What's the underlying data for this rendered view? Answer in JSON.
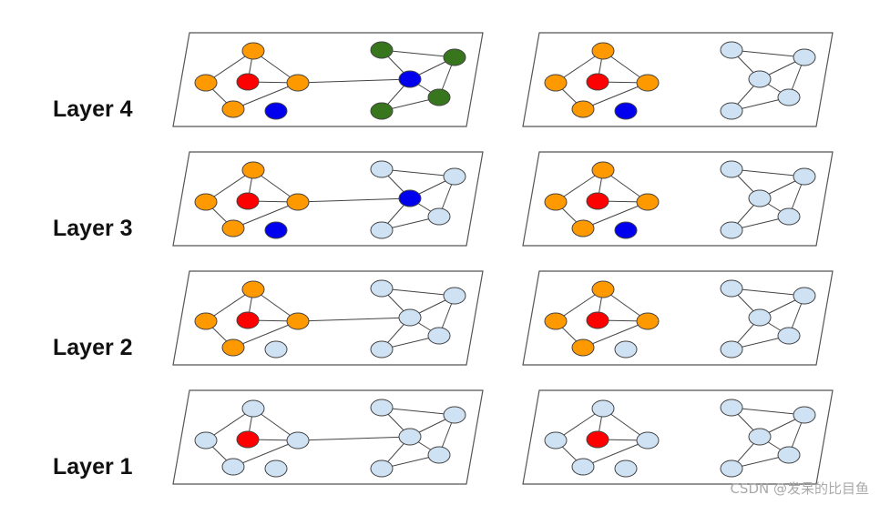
{
  "layer_labels": [
    "Layer 4",
    "Layer 3",
    "Layer 2",
    "Layer 1"
  ],
  "watermark": "CSDN @发呆的比目鱼",
  "colors": {
    "panel_stroke": "#555555",
    "edge": "#444444",
    "node_stroke": "#444444",
    "orange": "#FF9900",
    "red": "#FF0000",
    "blue": "#0000EE",
    "green": "#38761D",
    "light": "#CFE2F3"
  },
  "panels": [
    {
      "name": "layer4-left",
      "colors": {
        "a": "orange",
        "b": "orange",
        "c": "orange",
        "d": "red",
        "e": "orange",
        "f": "blue",
        "g": "green",
        "h": "green",
        "i": "blue",
        "j": "green",
        "k": "green"
      },
      "bridge": true
    },
    {
      "name": "layer4-right",
      "colors": {
        "a": "orange",
        "b": "orange",
        "c": "orange",
        "d": "red",
        "e": "orange",
        "f": "blue",
        "g": "light",
        "h": "light",
        "i": "light",
        "j": "light",
        "k": "light"
      },
      "bridge": false
    },
    {
      "name": "layer3-left",
      "colors": {
        "a": "orange",
        "b": "orange",
        "c": "orange",
        "d": "red",
        "e": "orange",
        "f": "blue",
        "g": "light",
        "h": "light",
        "i": "blue",
        "j": "light",
        "k": "light"
      },
      "bridge": true
    },
    {
      "name": "layer3-right",
      "colors": {
        "a": "orange",
        "b": "orange",
        "c": "orange",
        "d": "red",
        "e": "orange",
        "f": "blue",
        "g": "light",
        "h": "light",
        "i": "light",
        "j": "light",
        "k": "light"
      },
      "bridge": false
    },
    {
      "name": "layer2-left",
      "colors": {
        "a": "orange",
        "b": "orange",
        "c": "orange",
        "d": "red",
        "e": "orange",
        "f": "light",
        "g": "light",
        "h": "light",
        "i": "light",
        "j": "light",
        "k": "light"
      },
      "bridge": true
    },
    {
      "name": "layer2-right",
      "colors": {
        "a": "orange",
        "b": "orange",
        "c": "orange",
        "d": "red",
        "e": "orange",
        "f": "light",
        "g": "light",
        "h": "light",
        "i": "light",
        "j": "light",
        "k": "light"
      },
      "bridge": false
    },
    {
      "name": "layer1-left",
      "colors": {
        "a": "light",
        "b": "light",
        "c": "light",
        "d": "red",
        "e": "light",
        "f": "light",
        "g": "light",
        "h": "light",
        "i": "light",
        "j": "light",
        "k": "light"
      },
      "bridge": true
    },
    {
      "name": "layer1-right",
      "colors": {
        "a": "light",
        "b": "light",
        "c": "light",
        "d": "red",
        "e": "light",
        "f": "light",
        "g": "light",
        "h": "light",
        "i": "light",
        "j": "light",
        "k": "light"
      },
      "bridge": false
    }
  ],
  "edges": [
    [
      "a",
      "b"
    ],
    [
      "a",
      "c"
    ],
    [
      "b",
      "d"
    ],
    [
      "b",
      "e"
    ],
    [
      "d",
      "e"
    ],
    [
      "c",
      "e"
    ],
    [
      "g",
      "h"
    ],
    [
      "g",
      "i"
    ],
    [
      "h",
      "i"
    ],
    [
      "i",
      "j"
    ],
    [
      "h",
      "j"
    ],
    [
      "i",
      "k"
    ],
    [
      "k",
      "j"
    ]
  ],
  "bridge_edge": [
    "e",
    "i"
  ]
}
